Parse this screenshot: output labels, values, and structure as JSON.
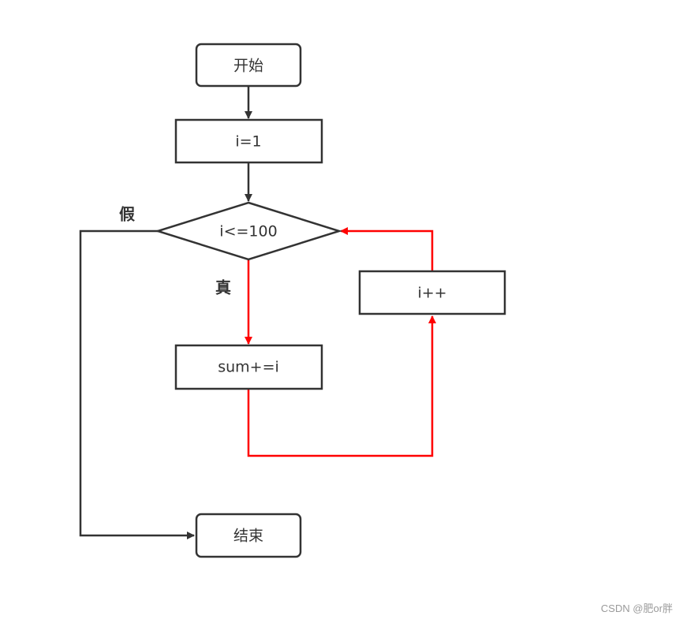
{
  "nodes": {
    "start": "开始",
    "init": "i=1",
    "condition": "i<=100",
    "body": "sum+=i",
    "increment": "i++",
    "end": "结束"
  },
  "edge_labels": {
    "false_label": "假",
    "true_label": "真"
  },
  "colors": {
    "normal_flow": "#333333",
    "loop_flow": "#ff0000"
  },
  "watermark": "CSDN @肥or胖"
}
